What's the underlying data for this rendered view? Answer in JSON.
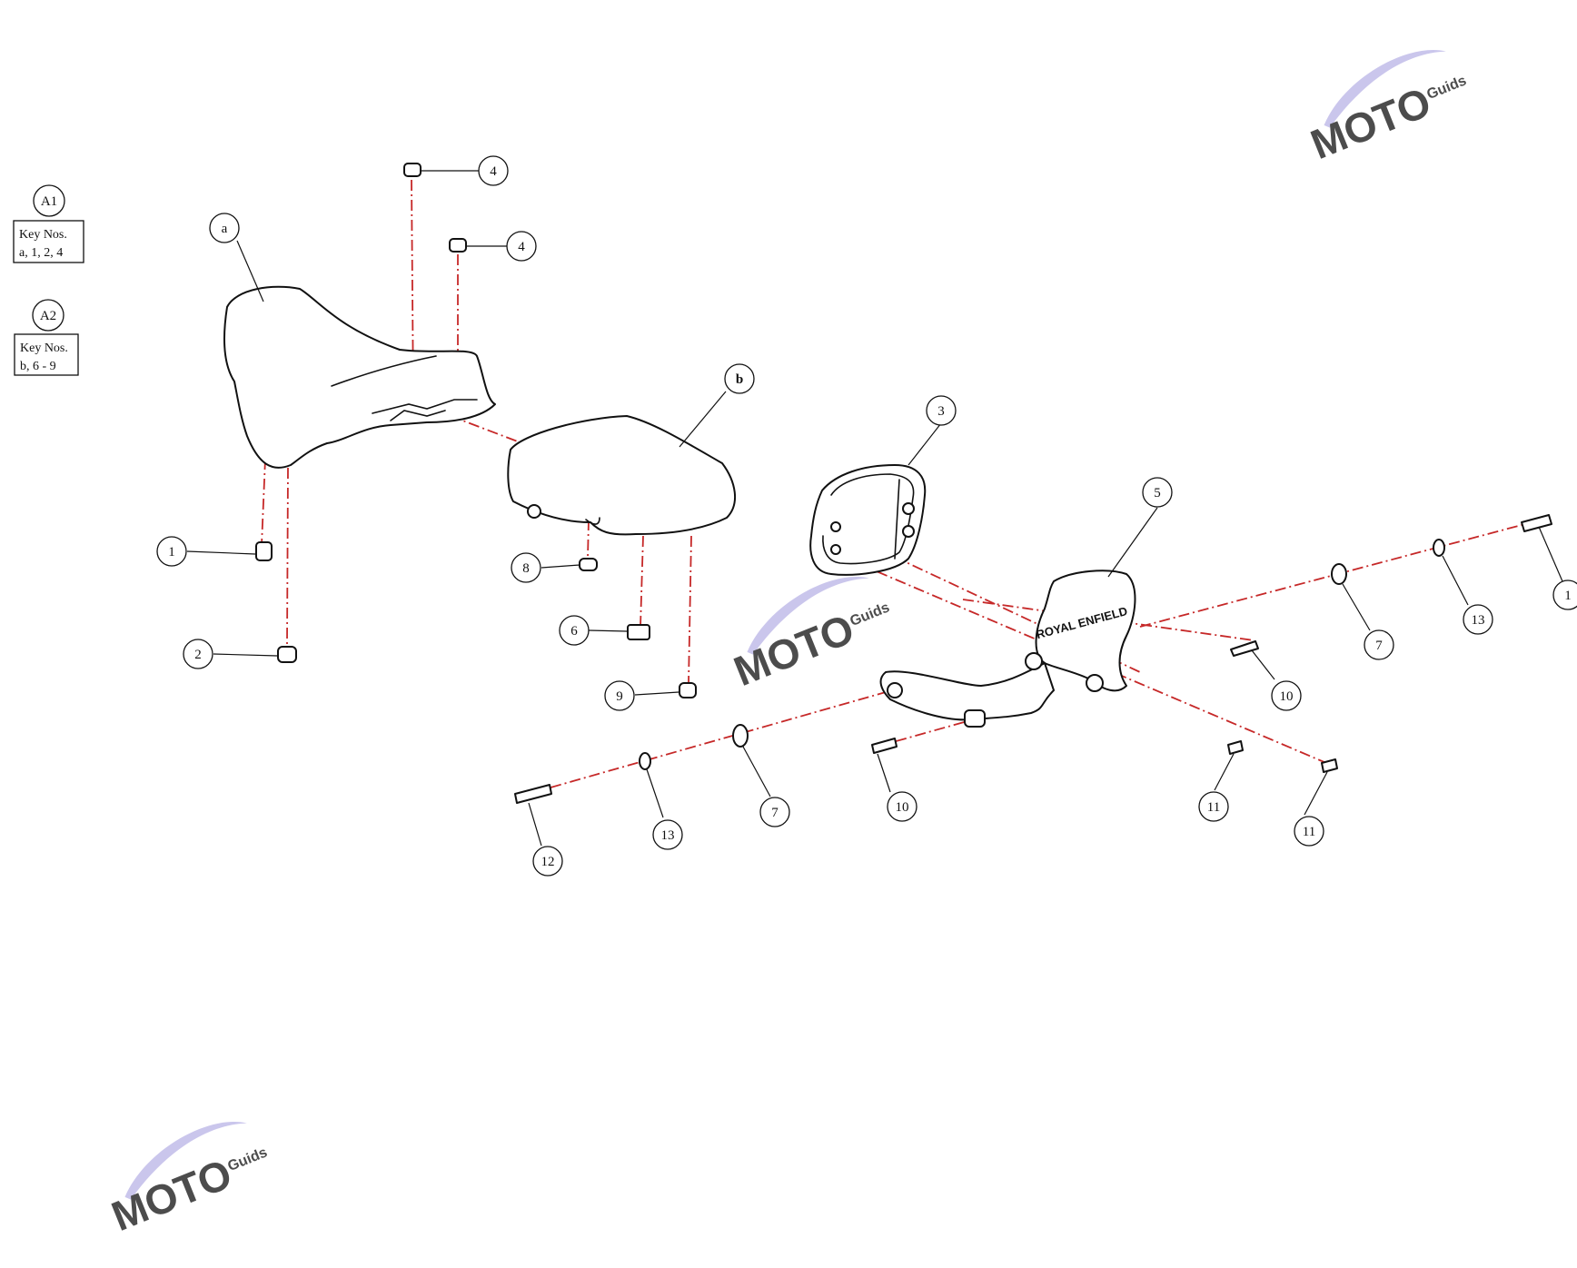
{
  "colors": {
    "line": "#111111",
    "assembly_line": "#c62828",
    "watermark_swoosh": "#b9b3e6",
    "watermark_letters": "#f2b3b3",
    "watermark_gear": "#c9c9c9"
  },
  "key_groups": [
    {
      "id": "A1",
      "label_line1": "Key Nos.",
      "label_line2": "a, 1, 2, 4"
    },
    {
      "id": "A2",
      "label_line1": "Key Nos.",
      "label_line2": "b, 6 - 9"
    }
  ],
  "callouts": [
    "a",
    "b",
    "1",
    "2",
    "3",
    "4",
    "4",
    "5",
    "6",
    "7",
    "7",
    "8",
    "9",
    "10",
    "10",
    "11",
    "11",
    "12",
    "1",
    "13",
    "13"
  ],
  "parts": {
    "seat_a": "rider-seat",
    "seat_b": "pillion-seat",
    "backrest_pad": "backrest-pad",
    "backrest_bracket": "backrest-bracket",
    "emblem": "ROYAL ENFIELD"
  },
  "watermark": {
    "brand": "MOTO",
    "sub": "Guids"
  }
}
